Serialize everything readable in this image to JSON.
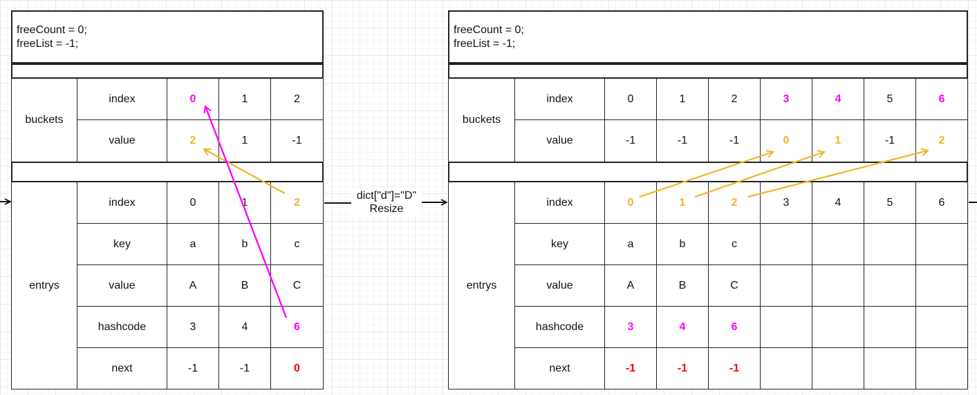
{
  "before": {
    "header": {
      "line1": "freeCount = 0;",
      "line2": "freeList = -1;"
    },
    "buckets": {
      "label": "buckets",
      "index_label": "index",
      "value_label": "value",
      "index": [
        "0",
        "1",
        "2"
      ],
      "value": [
        "2",
        "1",
        "-1"
      ]
    },
    "entrys": {
      "label": "entrys",
      "row_labels": [
        "index",
        "key",
        "value",
        "hashcode",
        "next"
      ],
      "index": [
        "0",
        "1",
        "2"
      ],
      "key": [
        "a",
        "b",
        "c"
      ],
      "value": [
        "A",
        "B",
        "C"
      ],
      "hashcode": [
        "3",
        "4",
        "6"
      ],
      "next": [
        "-1",
        "-1",
        "0"
      ]
    }
  },
  "operation": {
    "line1": "dict[\"d\"]=\"D\"",
    "line2": "Resize"
  },
  "after": {
    "header": {
      "line1": "freeCount = 0;",
      "line2": "freeList = -1;"
    },
    "buckets": {
      "label": "buckets",
      "index_label": "index",
      "value_label": "value",
      "index": [
        "0",
        "1",
        "2",
        "3",
        "4",
        "5",
        "6"
      ],
      "value": [
        "-1",
        "-1",
        "-1",
        "0",
        "1",
        "-1",
        "2"
      ]
    },
    "entrys": {
      "label": "entrys",
      "row_labels": [
        "index",
        "key",
        "value",
        "hashcode",
        "next"
      ],
      "index": [
        "0",
        "1",
        "2",
        "3",
        "4",
        "5",
        "6"
      ],
      "key": [
        "a",
        "b",
        "c",
        "",
        "",
        "",
        ""
      ],
      "value": [
        "A",
        "B",
        "C",
        "",
        "",
        "",
        ""
      ],
      "hashcode": [
        "3",
        "4",
        "6",
        "",
        "",
        "",
        ""
      ],
      "next": [
        "-1",
        "-1",
        "-1",
        "",
        "",
        "",
        ""
      ]
    }
  },
  "colors": {
    "highlight_pink": "#ff00ff",
    "highlight_orange": "#f0b429",
    "highlight_red": "#ff0000",
    "border": "#222222"
  }
}
